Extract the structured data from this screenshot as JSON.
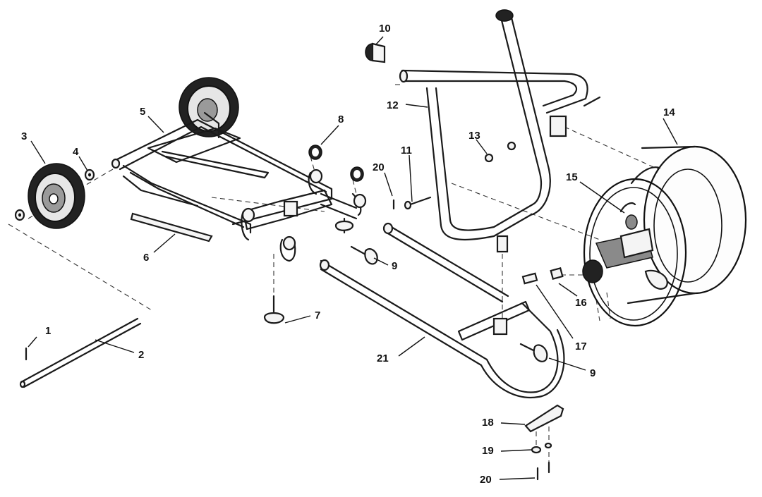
{
  "diagram": {
    "callouts": [
      {
        "id": "c1",
        "label": "1"
      },
      {
        "id": "c2",
        "label": "2"
      },
      {
        "id": "c3",
        "label": "3"
      },
      {
        "id": "c4",
        "label": "4"
      },
      {
        "id": "c5",
        "label": "5"
      },
      {
        "id": "c6",
        "label": "6"
      },
      {
        "id": "c7",
        "label": "7"
      },
      {
        "id": "c8",
        "label": "8"
      },
      {
        "id": "c9a",
        "label": "9"
      },
      {
        "id": "c9b",
        "label": "9"
      },
      {
        "id": "c10",
        "label": "10"
      },
      {
        "id": "c11",
        "label": "11"
      },
      {
        "id": "c12",
        "label": "12"
      },
      {
        "id": "c13",
        "label": "13"
      },
      {
        "id": "c14",
        "label": "14"
      },
      {
        "id": "c15",
        "label": "15"
      },
      {
        "id": "c16",
        "label": "16"
      },
      {
        "id": "c17",
        "label": "17"
      },
      {
        "id": "c18",
        "label": "18"
      },
      {
        "id": "c19",
        "label": "19"
      },
      {
        "id": "c20a",
        "label": "20"
      },
      {
        "id": "c20b",
        "label": "20"
      },
      {
        "id": "c21",
        "label": "21"
      }
    ]
  }
}
